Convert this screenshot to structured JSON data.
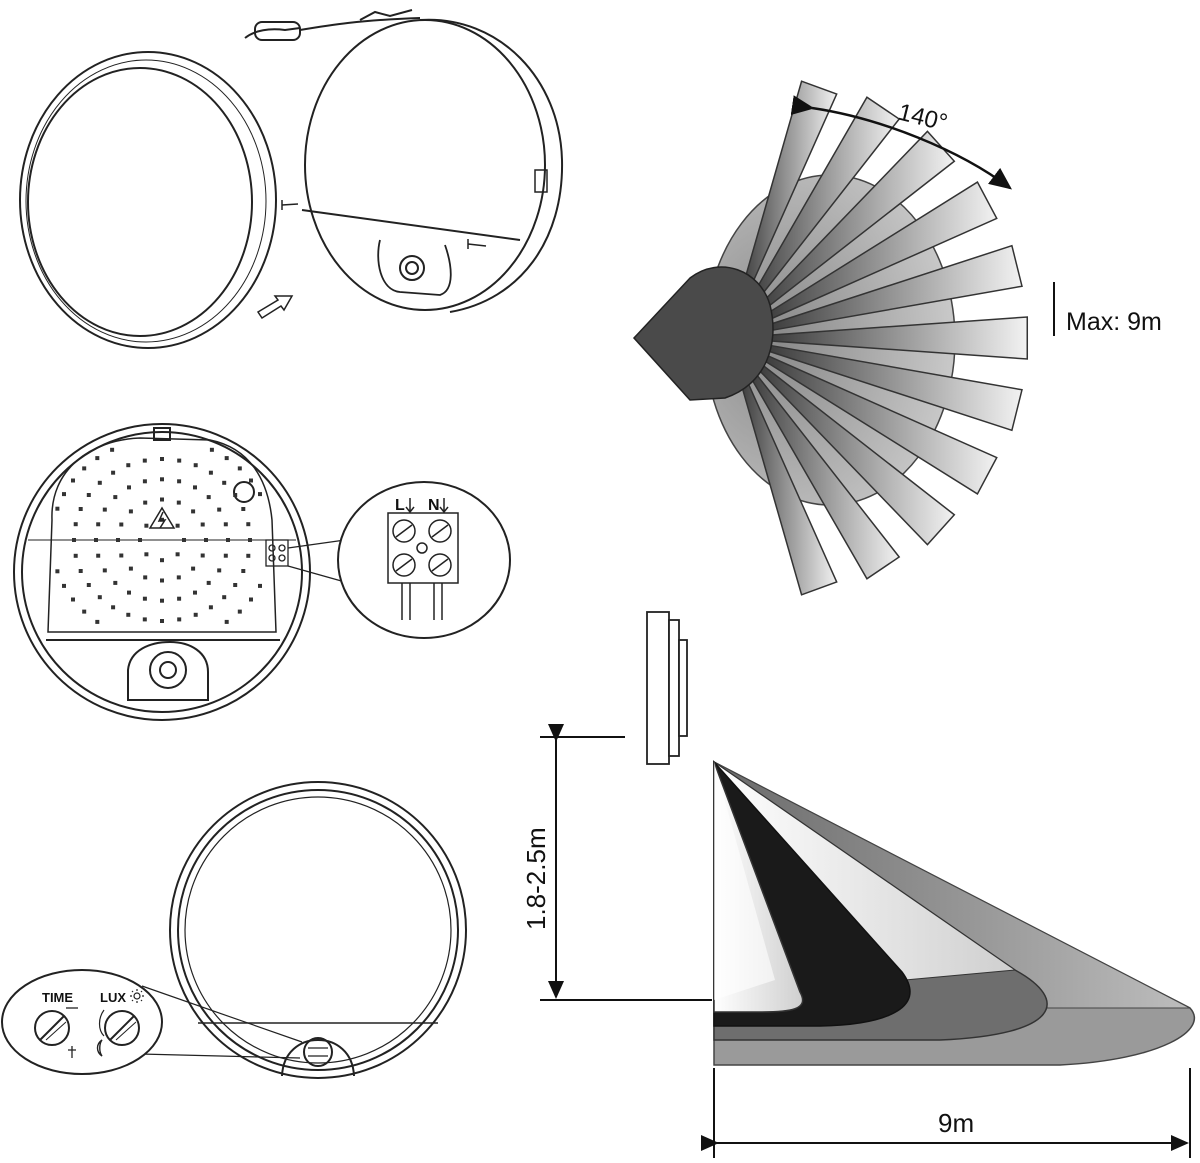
{
  "top_view": {
    "angle_label": "140°",
    "range_label": "Max: 9m"
  },
  "side_view": {
    "height_label": "1.8-2.5m",
    "distance_label": "9m"
  },
  "wiring": {
    "live_label": "L",
    "neutral_label": "N"
  },
  "controls": {
    "time_label": "TIME",
    "lux_label": "LUX"
  },
  "colors": {
    "line": "#222222",
    "dark_fill": "#4a4a4a",
    "mid_fill": "#8c8c8c",
    "light_fill": "#c8c8c8",
    "black_fill": "#1a1a1a"
  }
}
